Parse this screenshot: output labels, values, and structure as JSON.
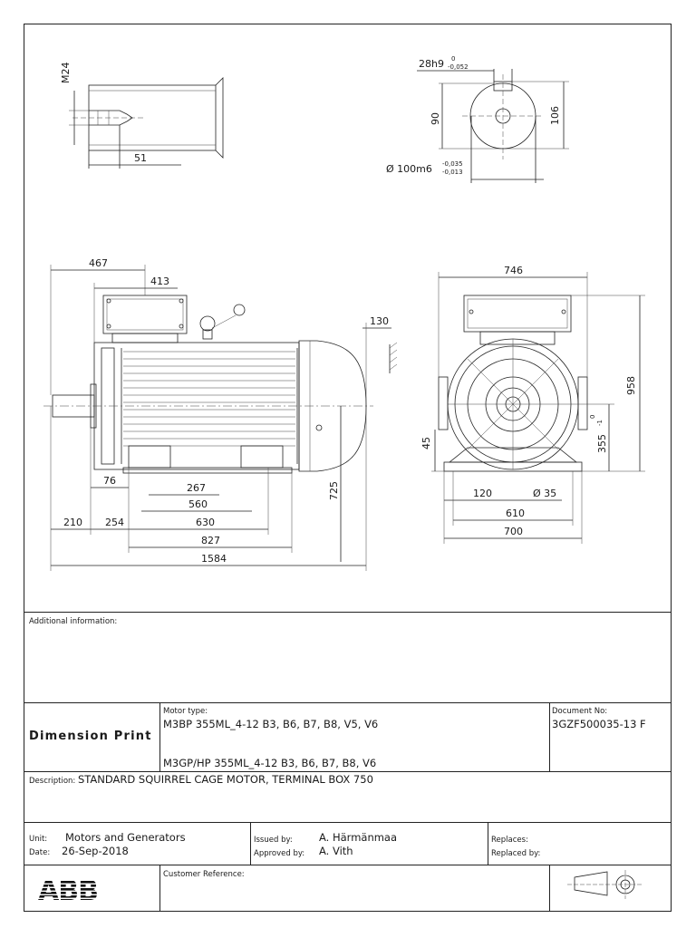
{
  "drawing": {
    "shaft_detail": {
      "m24": "M24",
      "d51": "51"
    },
    "shaft_section": {
      "key": "28h9",
      "key_tol": [
        "0",
        "-0,052"
      ],
      "d90": "90",
      "d106": "106",
      "diameter": "Ø 100m6",
      "dia_tol": [
        "-0,035",
        "-0,013"
      ]
    },
    "side_view": {
      "d467": "467",
      "d413": "413",
      "d130": "130",
      "d76": "76",
      "d267": "267",
      "d560": "560",
      "d630": "630",
      "d827": "827",
      "d1584": "1584",
      "d210": "210",
      "d254": "254",
      "d725": "725"
    },
    "end_view": {
      "d746": "746",
      "d958": "958",
      "d45": "45",
      "d355": "355",
      "d355_tol": [
        "0",
        "-1"
      ],
      "d120": "120",
      "d35": "Ø 35",
      "d610": "610",
      "d700": "700"
    }
  },
  "title_block": {
    "additional_label": "Additional information:",
    "dimension_print": "Dimension Print",
    "motor_type_label": "Motor type:",
    "motor_type_1": "M3BP 355ML_4-12 B3, B6, B7, B8, V5, V6",
    "motor_type_2": "M3GP/HP 355ML_4-12 B3, B6, B7, B8, V6",
    "document_no_label": "Document No:",
    "document_no": "3GZF500035-13 F",
    "description_label": "Description:",
    "description": "STANDARD SQUIRREL CAGE MOTOR, TERMINAL BOX 750",
    "unit_label": "Unit:",
    "unit": "Motors and Generators",
    "date_label": "Date:",
    "date": "26-Sep-2018",
    "issued_label": "Issued by:",
    "issued": "A. Härmänmaa",
    "approved_label": "Approved by:",
    "approved": "A. Vith",
    "replaces_label": "Replaces:",
    "replaced_by_label": "Replaced by:",
    "customer_ref_label": "Customer Reference:",
    "logo_text": "ABB"
  }
}
